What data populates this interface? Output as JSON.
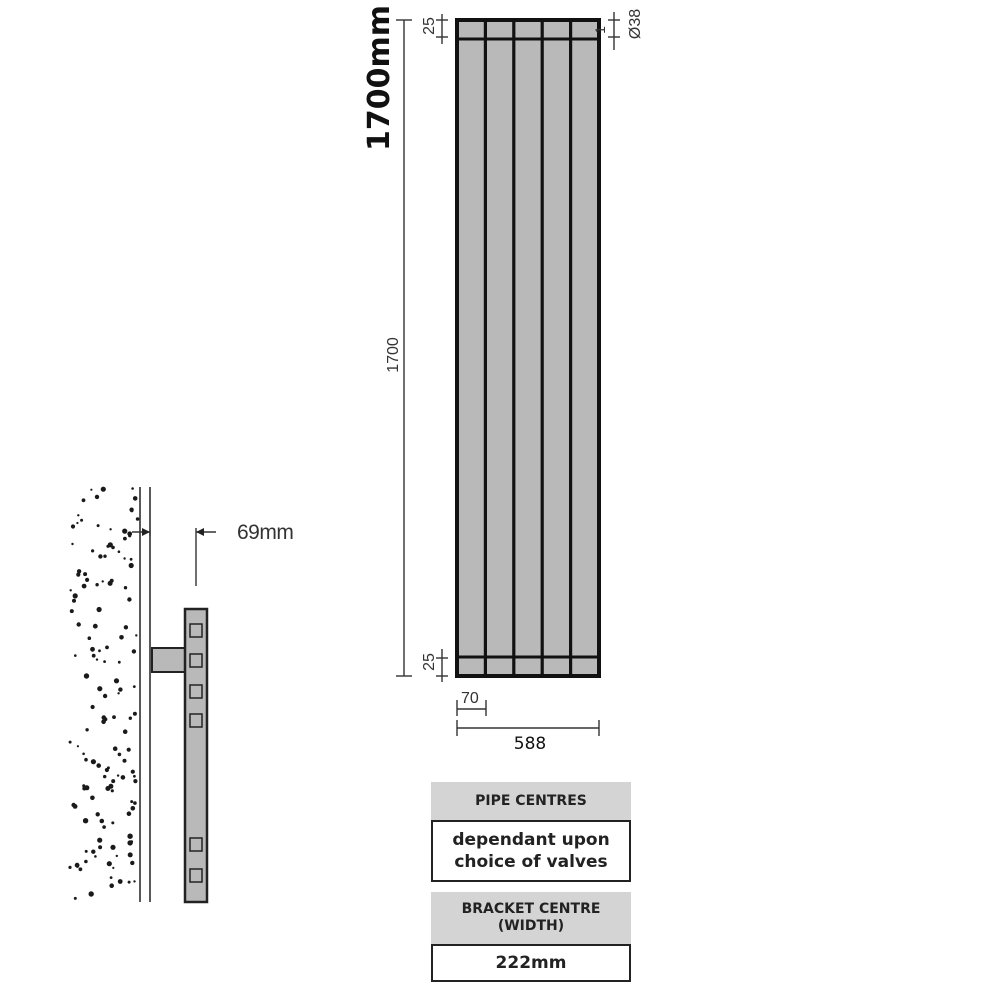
{
  "dimensions": {
    "height_heading": "1700mm",
    "overall_height": "1700",
    "top_gap": "25",
    "bottom_gap": "25",
    "pipe_offset": "1",
    "pipe_diameter": "Ø38",
    "column_width": "70",
    "overall_width": "588",
    "wall_projection": "69mm"
  },
  "specs": {
    "pipe_centres_label": "PIPE CENTRES",
    "pipe_centres_line1": "dependant upon",
    "pipe_centres_line2": "choice of valves",
    "bracket_centre_label1": "BRACKET CENTRE",
    "bracket_centre_label2": "(WIDTH)",
    "bracket_centre_value": "222mm"
  },
  "colors": {
    "radiator_fill": "#b9b9b9",
    "radiator_outline": "#111111",
    "header_bg": "#d4d4d4",
    "speckle": "#1a1a1a"
  }
}
